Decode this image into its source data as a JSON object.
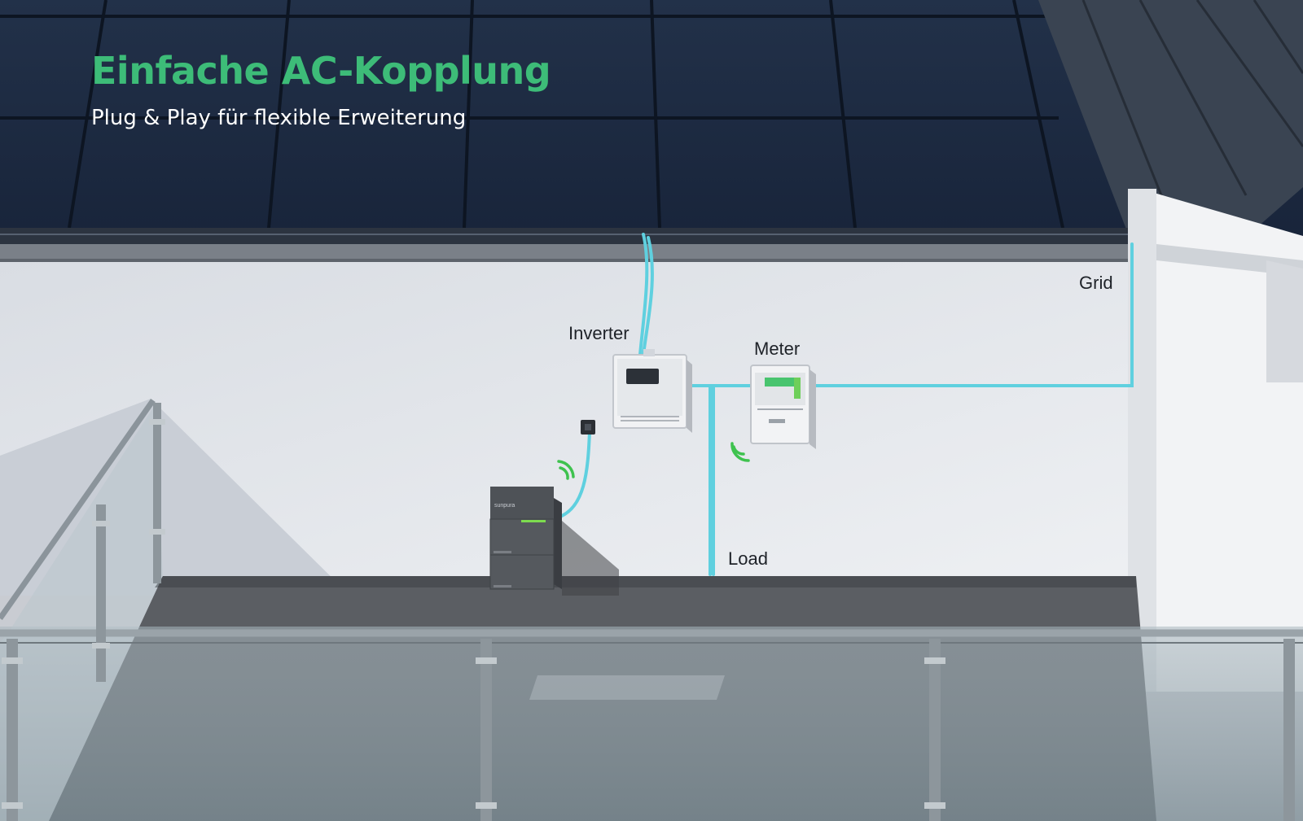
{
  "header": {
    "title": "Einfache AC-Kopplung",
    "subtitle": "Plug & Play für flexible Erweiterung"
  },
  "labels": {
    "inverter": "Inverter",
    "meter": "Meter",
    "grid": "Grid",
    "load": "Load"
  },
  "battery": {
    "brand": "sunpura"
  },
  "colors": {
    "title": "#3dbc78",
    "subtitle": "#ffffff",
    "label": "#1e2228",
    "cable": "#5fd0df",
    "signal": "#3ec24e",
    "roof": "#1e2c40",
    "wall": "#e4e7ec",
    "floor": "#5b5e63",
    "battery": "#4e5257"
  },
  "icons": [
    "wifi-signal-icon",
    "wifi-signal-icon"
  ]
}
